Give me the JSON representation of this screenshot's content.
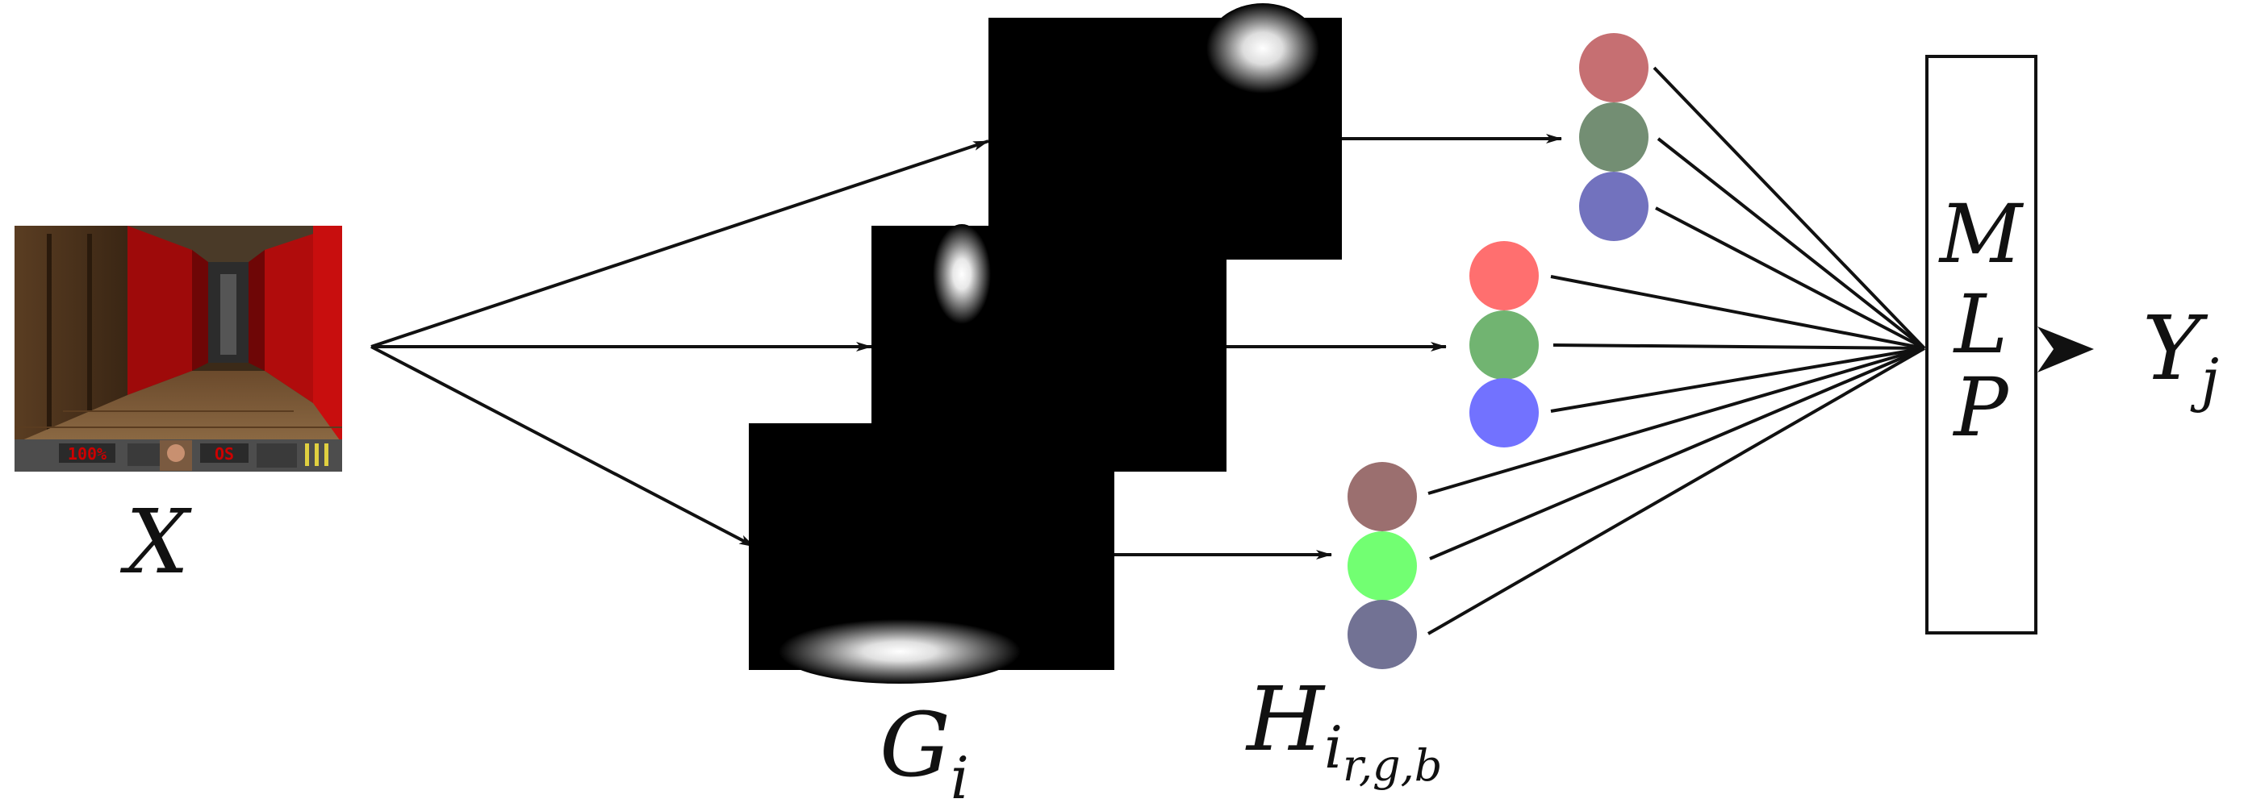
{
  "labels": {
    "input": "X",
    "gaussian_main": "G",
    "gaussian_sub": "i",
    "hist_main": "H",
    "hist_sub": "i",
    "hist_subsub": "r,g,b",
    "mlp_letters": [
      "M",
      "L",
      "P"
    ],
    "output_main": "Y",
    "output_sub": "j"
  },
  "input_image": {
    "hud_texts": [
      "100%",
      "OS"
    ]
  },
  "colors": {
    "map_background": "#000000",
    "arrow": "#111111",
    "group_top": [
      "#c66f72",
      "#738e73",
      "#7272be"
    ],
    "group_middle": [
      "#ff6f6f",
      "#71b471",
      "#7272ff"
    ],
    "group_bottom": [
      "#9b6f6f",
      "#72ff72",
      "#727294"
    ]
  }
}
